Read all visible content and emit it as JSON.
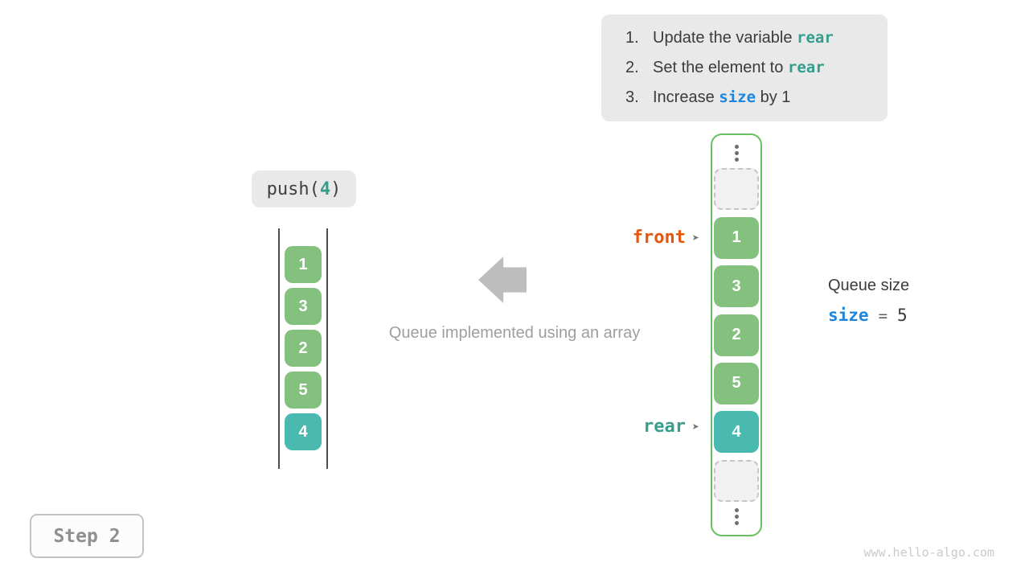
{
  "instructions": {
    "steps": [
      {
        "num": "1.",
        "pre": "Update the variable ",
        "code": "rear",
        "post": ""
      },
      {
        "num": "2.",
        "pre": "Set the element to ",
        "code": "rear",
        "post": ""
      },
      {
        "num": "3.",
        "pre": "Increase ",
        "code": "size",
        "post": " by 1"
      }
    ]
  },
  "push_badge": {
    "open": "push(",
    "value": "4",
    "close": ")"
  },
  "left_stack": {
    "values": [
      "1",
      "3",
      "2",
      "5",
      "4"
    ]
  },
  "caption": "Queue implemented using an array",
  "queue_array": {
    "values": [
      "1",
      "3",
      "2",
      "5",
      "4"
    ]
  },
  "pointers": {
    "front_label": "front",
    "rear_label": "rear",
    "arrow_glyph": "➤"
  },
  "queue_size": {
    "title": "Queue size",
    "variable": "size",
    "equals": "=",
    "value": "5"
  },
  "step_badge": {
    "label": "Step 2"
  },
  "watermark": {
    "text": "www.hello-algo.com"
  },
  "colors": {
    "cell_green": "#85c17e",
    "cell_teal": "#4ab9b0",
    "array_border_green": "#6abf63",
    "front_orange": "#e4570f",
    "rear_teal": "#3a9d8d",
    "size_blue": "#1c86dd",
    "badge_bg": "#e9e9e9",
    "muted_gray": "#9e9e9e"
  }
}
